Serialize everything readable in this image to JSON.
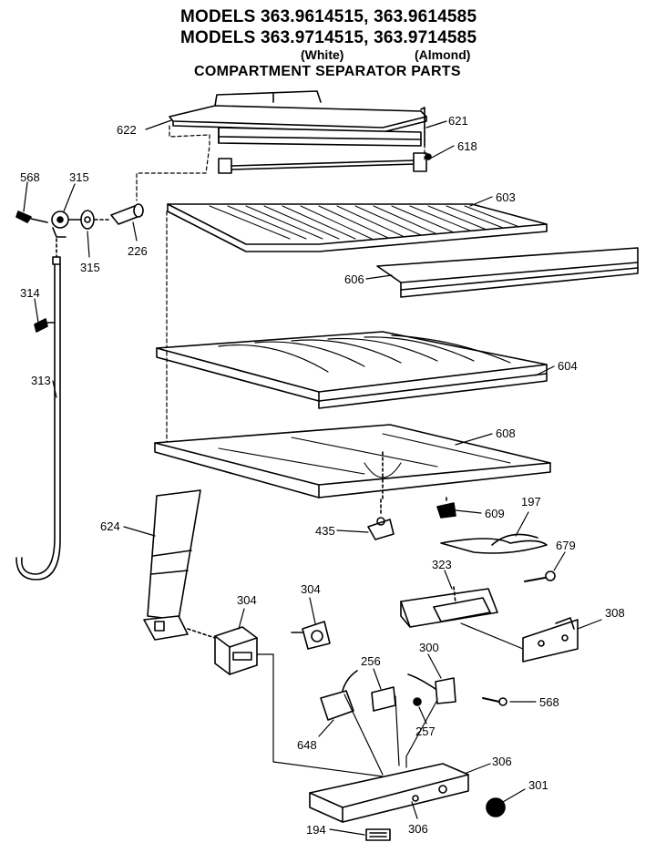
{
  "header": {
    "line1": "MODELS 363.9614515, 363.9614585",
    "line2": "MODELS 363.9714515, 363.9714585",
    "variant_white": "(White)",
    "variant_almond": "(Almond)",
    "title": "COMPARTMENT SEPARATOR PARTS"
  },
  "parts": {
    "p622": "622",
    "p621": "621",
    "p618": "618",
    "p568a": "568",
    "p315a": "315",
    "p315b": "315",
    "p226": "226",
    "p603": "603",
    "p606": "606",
    "p314": "314",
    "p313": "313",
    "p604": "604",
    "p608": "608",
    "p624": "624",
    "p435": "435",
    "p609": "609",
    "p197": "197",
    "p679": "679",
    "p323": "323",
    "p308": "308",
    "p304a": "304",
    "p304b": "304",
    "p256": "256",
    "p300": "300",
    "p568b": "568",
    "p257": "257",
    "p648": "648",
    "p306a": "306",
    "p301": "301",
    "p194": "194",
    "p306b": "306"
  }
}
